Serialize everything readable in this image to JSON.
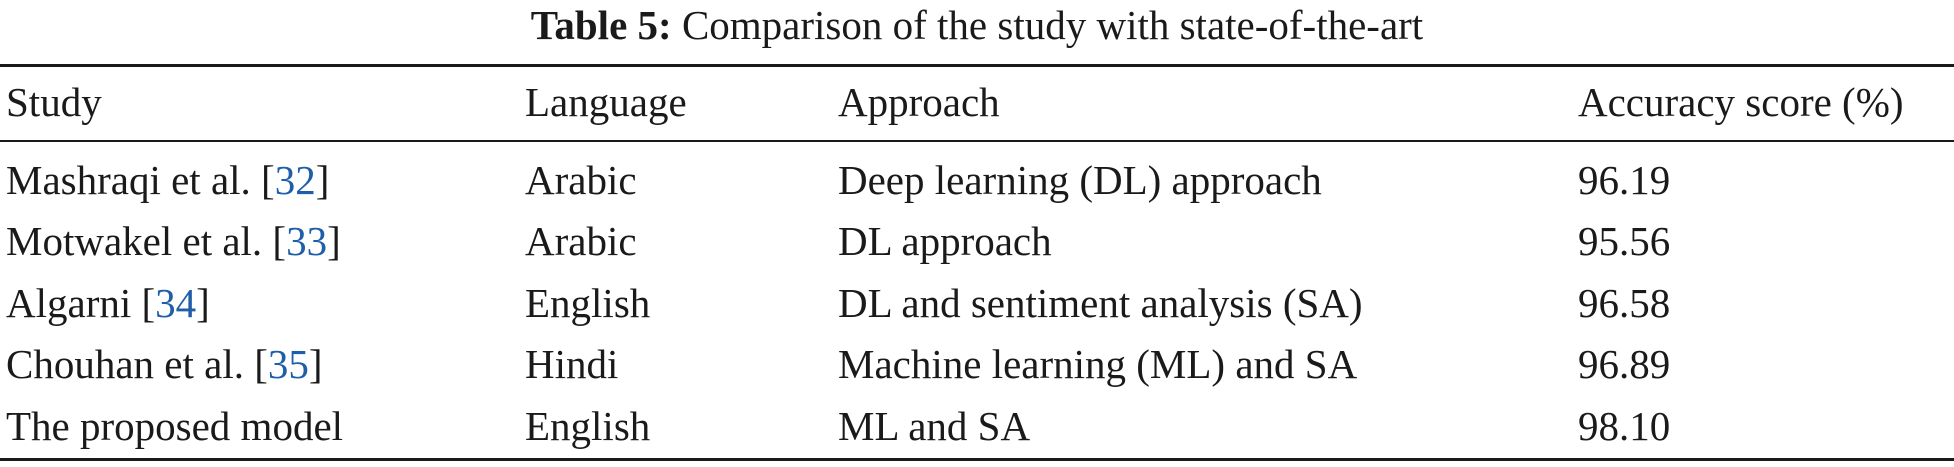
{
  "caption": {
    "label": "Table 5:",
    "text": "Comparison of the study with state-of-the-art"
  },
  "table": {
    "headers": [
      "Study",
      "Language",
      "Approach",
      "Accuracy score (%)"
    ],
    "rows": [
      {
        "study": "Mashraqi et al.",
        "ref": "32",
        "language": "Arabic",
        "approach": "Deep learning (DL) approach",
        "accuracy": "96.19"
      },
      {
        "study": "Motwakel et al.",
        "ref": "33",
        "language": "Arabic",
        "approach": "DL approach",
        "accuracy": "95.56"
      },
      {
        "study": "Algarni",
        "ref": "34",
        "language": "English",
        "approach": "DL and sentiment analysis (SA)",
        "accuracy": "96.58"
      },
      {
        "study": "Chouhan et al.",
        "ref": "35",
        "language": "Hindi",
        "approach": "Machine learning (ML) and SA",
        "accuracy": "96.89"
      },
      {
        "study": "The proposed model",
        "ref": "",
        "language": "English",
        "approach": "ML and SA",
        "accuracy": "98.10"
      }
    ]
  },
  "colors": {
    "text": "#1a1a1a",
    "reference_link": "#1f5ea8"
  }
}
